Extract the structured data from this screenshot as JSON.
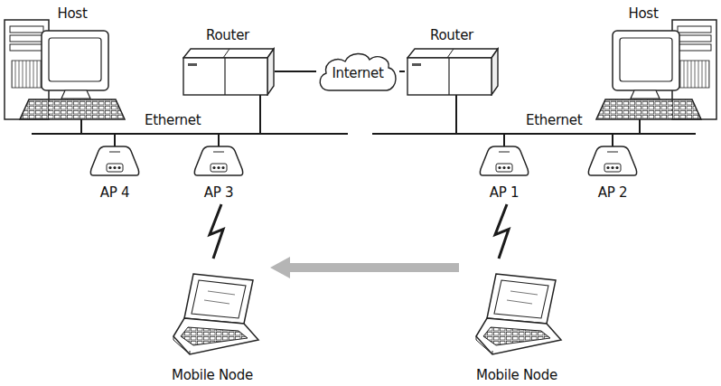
{
  "diagram": {
    "nodes": [
      {
        "text": [
          "Host"
        ]
      },
      {
        "text": [
          "Router"
        ]
      },
      {
        "text": [
          "Internet"
        ]
      },
      {
        "text": [
          "Router"
        ]
      },
      {
        "text": [
          "Host"
        ]
      },
      {
        "text": [
          "AP 4"
        ]
      },
      {
        "text": [
          "AP 3"
        ]
      },
      {
        "text": [
          "AP 1"
        ]
      },
      {
        "text": [
          "AP 2"
        ]
      },
      {
        "text": [
          "Mobile Node"
        ]
      },
      {
        "text": [
          "Mobile Node"
        ]
      }
    ],
    "edges": [
      {
        "from": 1,
        "to": 2,
        "arrow": "none"
      },
      {
        "from": 2,
        "to": 3,
        "arrow": "none"
      },
      {
        "from": 6,
        "to": 9,
        "arrow": "none"
      },
      {
        "from": 7,
        "to": 10,
        "arrow": "none"
      },
      {
        "from": 10,
        "to": 9,
        "arrow": "to"
      }
    ],
    "labels": [
      "Ethernet",
      "Ethernet"
    ]
  }
}
